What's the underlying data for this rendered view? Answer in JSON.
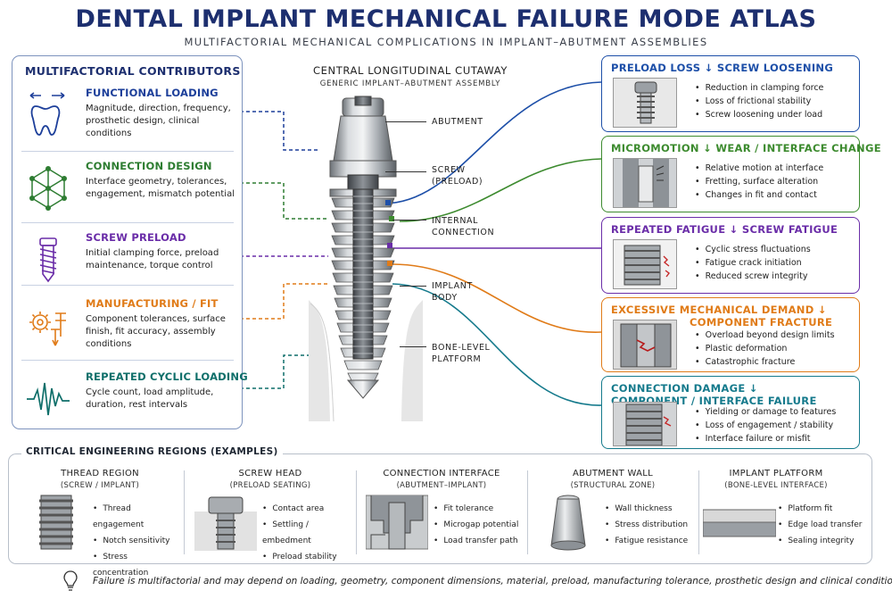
{
  "header": {
    "title": "DENTAL IMPLANT MECHANICAL FAILURE MODE ATLAS",
    "subtitle": "MULTIFACTORIAL MECHANICAL COMPLICATIONS IN IMPLANT–ABUTMENT ASSEMBLIES"
  },
  "contributors": {
    "heading": "MULTIFACTORIAL CONTRIBUTORS",
    "items": [
      {
        "title": "FUNCTIONAL LOADING",
        "desc": "Magnitude, direction, frequency, prosthetic design, clinical conditions",
        "color": "#1d3f9a",
        "icon": "tooth-icon"
      },
      {
        "title": "CONNECTION DESIGN",
        "desc": "Interface geometry, tolerances, engagement, mismatch potential",
        "color": "#2e7d32",
        "icon": "network-icon"
      },
      {
        "title": "SCREW PRELOAD",
        "desc": "Initial clamping force, preload maintenance, torque control",
        "color": "#6a2da8",
        "icon": "screw-icon"
      },
      {
        "title": "MANUFACTURING / FIT",
        "desc": "Component tolerances, surface finish, fit accuracy, assembly conditions",
        "color": "#e07b18",
        "icon": "gear-icon"
      },
      {
        "title": "REPEATED CYCLIC LOADING",
        "desc": "Cycle count, load amplitude, duration, rest intervals",
        "color": "#0f6f6a",
        "icon": "waveform-icon"
      }
    ]
  },
  "cutaway": {
    "heading": "CENTRAL LONGITUDINAL CUTAWAY",
    "subheading": "GENERIC IMPLANT–ABUTMENT ASSEMBLY",
    "labels": [
      "ABUTMENT",
      "SCREW\n(PRELOAD)",
      "INTERNAL\nCONNECTION",
      "IMPLANT\nBODY",
      "BONE-LEVEL\nPLATFORM"
    ]
  },
  "failure_modes": [
    {
      "title": "PRELOAD LOSS ↓ SCREW LOOSENING",
      "color": "#1d4fa8",
      "bullets": [
        "Reduction in clamping force",
        "Loss of frictional stability",
        "Screw loosening under load"
      ]
    },
    {
      "title": "MICROMOTION ↓ WEAR / INTERFACE CHANGE",
      "color": "#3d8b2f",
      "bullets": [
        "Relative motion at interface",
        "Fretting, surface alteration",
        "Changes in fit and contact"
      ]
    },
    {
      "title": "REPEATED FATIGUE ↓ SCREW FATIGUE",
      "color": "#6a2da8",
      "bullets": [
        "Cyclic stress fluctuations",
        "Fatigue crack initiation",
        "Reduced screw integrity"
      ]
    },
    {
      "title": "EXCESSIVE MECHANICAL DEMAND ↓",
      "title2": "COMPONENT FRACTURE",
      "color": "#e07b18",
      "bullets": [
        "Overload beyond design limits",
        "Plastic deformation",
        "Catastrophic fracture"
      ]
    },
    {
      "title": "CONNECTION DAMAGE ↓",
      "title2": "COMPONENT / INTERFACE FAILURE",
      "color": "#157a8c",
      "bullets": [
        "Yielding or damage to features",
        "Loss of engagement / stability",
        "Interface failure or misfit"
      ]
    }
  ],
  "regions": {
    "heading": "CRITICAL ENGINEERING REGIONS (EXAMPLES)",
    "items": [
      {
        "title": "THREAD REGION",
        "sub": "(SCREW / IMPLANT)",
        "bullets": [
          "Thread engagement",
          "Notch sensitivity",
          "Stress concentration"
        ]
      },
      {
        "title": "SCREW HEAD",
        "sub": "(PRELOAD SEATING)",
        "bullets": [
          "Contact area",
          "Settling / embedment",
          "Preload stability"
        ]
      },
      {
        "title": "CONNECTION INTERFACE",
        "sub": "(ABUTMENT–IMPLANT)",
        "bullets": [
          "Fit tolerance",
          "Microgap potential",
          "Load transfer path"
        ]
      },
      {
        "title": "ABUTMENT WALL",
        "sub": "(STRUCTURAL ZONE)",
        "bullets": [
          "Wall thickness",
          "Stress distribution",
          "Fatigue resistance"
        ]
      },
      {
        "title": "IMPLANT PLATFORM",
        "sub": "(BONE-LEVEL INTERFACE)",
        "bullets": [
          "Platform fit",
          "Edge load transfer",
          "Sealing integrity"
        ]
      }
    ]
  },
  "footnote": "Failure is multifactorial and may depend on loading, geometry, component dimensions, material, preload, manufacturing tolerance, prosthetic design and clinical conditions."
}
